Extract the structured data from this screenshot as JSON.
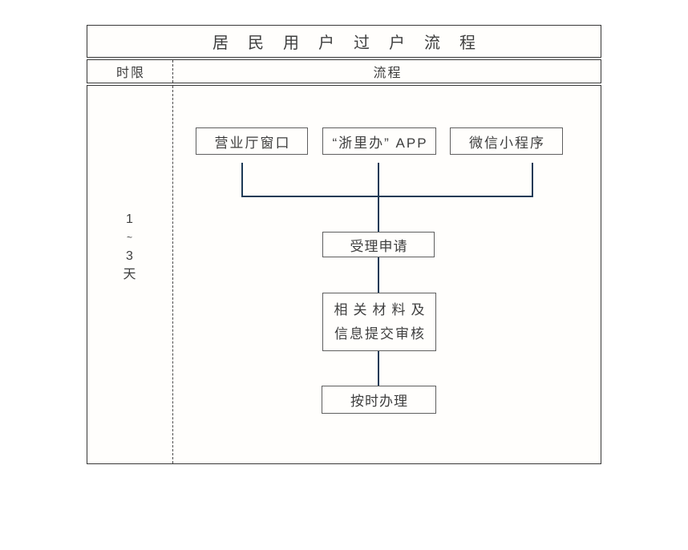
{
  "title": "居民用户过户流程",
  "header": {
    "time_col": "时限",
    "flow_col": "流程"
  },
  "timeline": {
    "chars": [
      "1",
      "~",
      "3",
      "天"
    ]
  },
  "flow": {
    "sources": [
      {
        "label": "营业厅窗口"
      },
      {
        "label": "“浙里办” APP"
      },
      {
        "label": "微信小程序"
      }
    ],
    "steps": [
      {
        "label": "受理申请"
      },
      {
        "lines": [
          "相关材料及",
          "信息提交审核"
        ]
      },
      {
        "label": "按时办理"
      }
    ]
  },
  "colors": {
    "background": "#ffffff",
    "table_border": "#383838",
    "divider_dashed": "#4a4a4a",
    "node_border": "#5f5f5f",
    "text": "#3e3e3e",
    "connector": "#1d3a56"
  }
}
